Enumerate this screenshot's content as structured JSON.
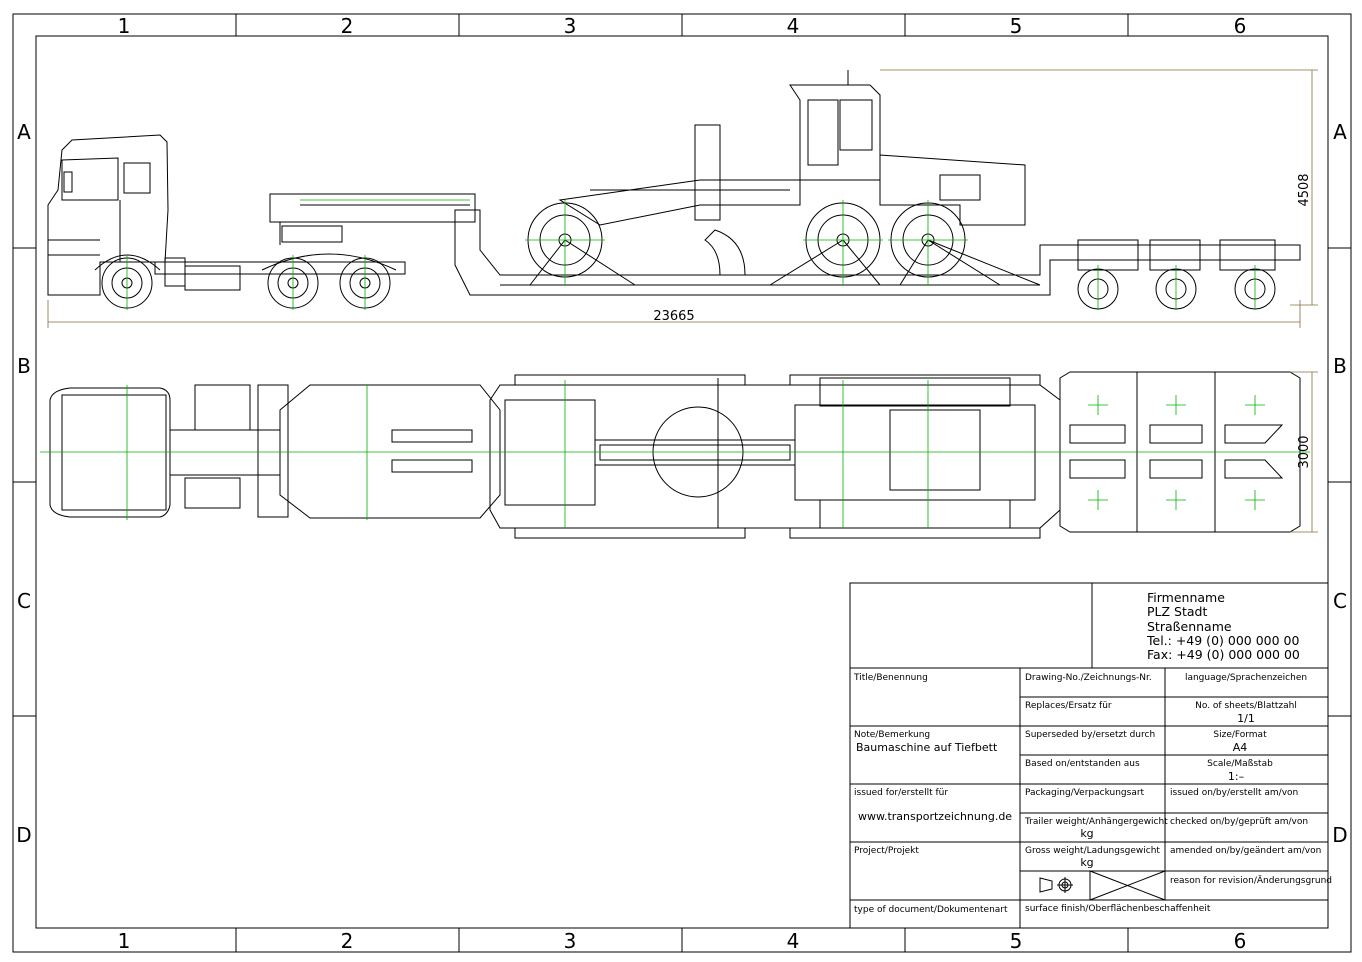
{
  "zones": {
    "columns": [
      "1",
      "2",
      "3",
      "4",
      "5",
      "6"
    ],
    "rows": [
      "A",
      "B",
      "C",
      "D"
    ]
  },
  "dimensions": {
    "overall_length": "23665",
    "overall_height": "4508",
    "overall_width": "3000"
  },
  "company": {
    "name": "Firmenname",
    "city": "PLZ Stadt",
    "street": "Straßenname",
    "tel": "Tel.: +49 (0) 000 000 00",
    "fax": "Fax: +49 (0) 000 000 00"
  },
  "title_block": {
    "title_label": "Title/Benennung",
    "drawing_no_label": "Drawing-No./Zeichnungs-Nr.",
    "language_label": "language/Sprachenzeichen",
    "replaces_label": "Replaces/Ersatz für",
    "sheets_label": "No. of sheets/Blattzahl",
    "sheets_value": "1/1",
    "note_label": "Note/Bemerkung",
    "note_value": "Baumaschine auf Tiefbett",
    "superseded_label": "Superseded by/ersetzt durch",
    "size_label": "Size/Format",
    "size_value": "A4",
    "based_label": "Based on/entstanden aus",
    "scale_label": "Scale/Maßstab",
    "scale_value": "1:–",
    "issued_for_label": "issued for/erstellt für",
    "issued_for_value": "www.transportzeichnung.de",
    "packaging_label": "Packaging/Verpackungsart",
    "issued_on_label": "issued on/by/erstellt am/von",
    "trailer_weight_label": "Trailer weight/Anhängergewicht",
    "trailer_weight_unit": "kg",
    "checked_label": "checked on/by/geprüft am/von",
    "project_label": "Project/Projekt",
    "gross_weight_label": "Gross weight/Ladungsgewicht",
    "gross_weight_unit": "kg",
    "amended_label": "amended on/by/geändert am/von",
    "revision_label": "reason for revision/Änderungsgrund",
    "doc_type_label": "type of document/Dokumentenart",
    "surface_label": "surface finish/Oberflächenbeschaffenheit"
  },
  "colors": {
    "line": "#000000",
    "centerline": "#00b000",
    "dimension": "#8a6a3a"
  }
}
